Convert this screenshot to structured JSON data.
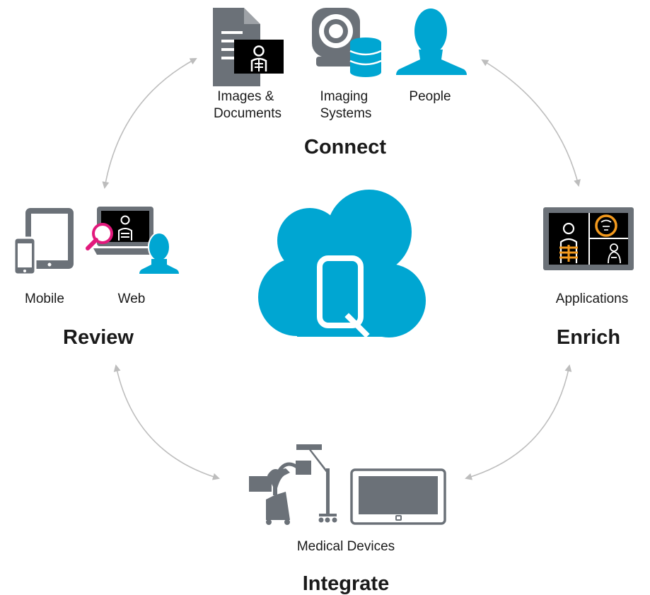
{
  "colors": {
    "gray": "#6b7178",
    "blue": "#00a6d2",
    "orange": "#f39a1e",
    "magenta": "#e2197c",
    "arrow": "#bdbdbd",
    "black": "#000000",
    "white": "#ffffff"
  },
  "icons": {
    "center": "cloud-q-logo-icon",
    "connect": [
      "document-xray-icon",
      "imaging-scanner-database-icon",
      "person-silhouette-icon"
    ],
    "enrich": [
      "radiology-viewer-application-icon"
    ],
    "integrate": [
      "surgical-cart-icon",
      "medical-display-tablet-icon"
    ],
    "review": [
      "tablet-phone-icon",
      "laptop-xray-magnifier-user-icon"
    ]
  },
  "connect": {
    "title": "Connect",
    "items": [
      {
        "line1": "Images &",
        "line2": "Documents"
      },
      {
        "line1": "Imaging",
        "line2": "Systems"
      },
      {
        "line1": "People",
        "line2": ""
      }
    ]
  },
  "enrich": {
    "title": "Enrich",
    "items": [
      {
        "label": "Applications"
      }
    ]
  },
  "integrate": {
    "title": "Integrate",
    "items": [
      {
        "label": "Medical Devices"
      }
    ]
  },
  "review": {
    "title": "Review",
    "items": [
      {
        "label": "Mobile"
      },
      {
        "label": "Web"
      }
    ]
  }
}
